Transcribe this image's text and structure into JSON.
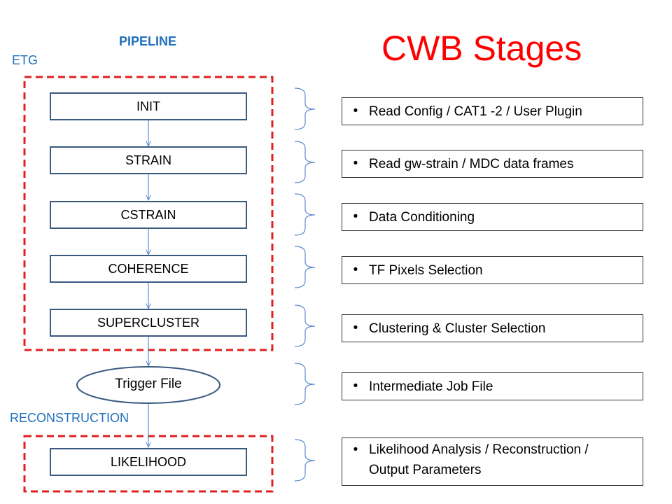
{
  "title": "CWB Stages",
  "pipeline_label": "PIPELINE",
  "etg_label": "ETG",
  "reconstruction_label": "RECONSTRUCTION",
  "stages": [
    {
      "label": "INIT"
    },
    {
      "label": "STRAIN"
    },
    {
      "label": "CSTRAIN"
    },
    {
      "label": "COHERENCE"
    },
    {
      "label": "SUPERCLUSTER"
    }
  ],
  "trigger_file": "Trigger File",
  "likelihood": "LIKELIHOOD",
  "bullet": "•",
  "descriptions": [
    {
      "line1": "Read Config / CAT1 -2 / User Plugin"
    },
    {
      "line1": "Read gw-strain / MDC data frames"
    },
    {
      "line1": "Data Conditioning"
    },
    {
      "line1": "TF Pixels Selection"
    },
    {
      "line1": "Clustering & Cluster Selection"
    },
    {
      "line1": "Intermediate Job File"
    },
    {
      "line1": "Likelihood Analysis / Reconstruction /",
      "line2": "Output Parameters"
    }
  ],
  "colors": {
    "title": "#ff0000",
    "label_blue": "#1f6fbd",
    "dashed_box": "#e02020",
    "connector": "#5b8bd0",
    "box_border": "#3a5a80"
  }
}
